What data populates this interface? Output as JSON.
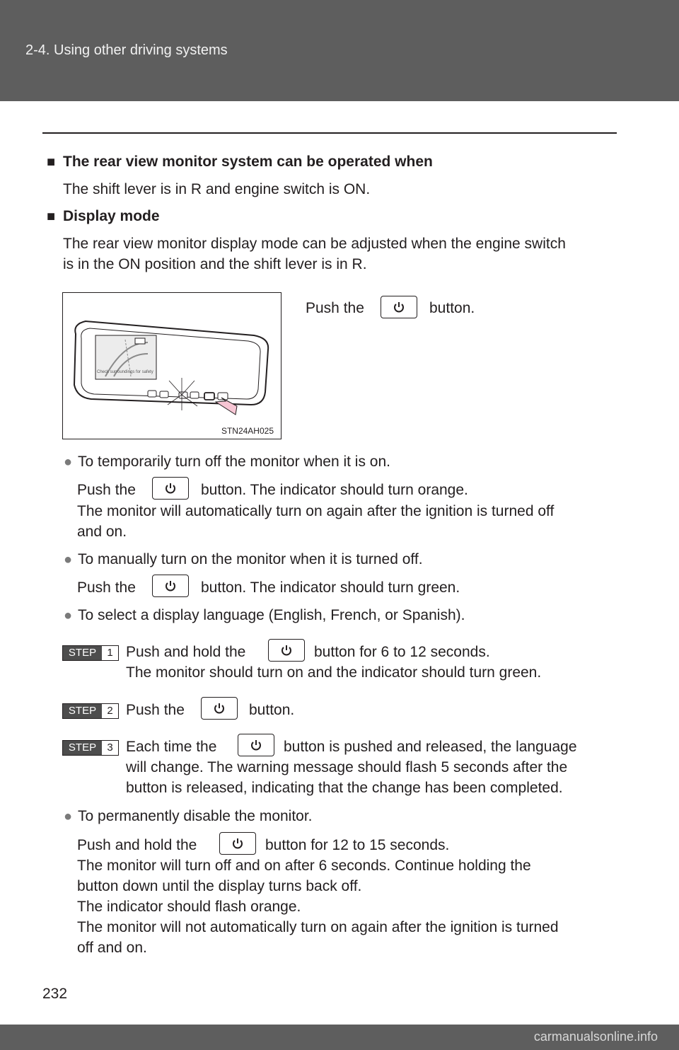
{
  "header": {
    "title": "2-4. Using other driving systems"
  },
  "sections": {
    "operate_heading": "The rear view monitor system can be operated when",
    "operate_text": "The shift lever is in R and engine switch is ON.",
    "display_heading": "Display mode",
    "display_text_1": "The rear view monitor display mode can be adjusted when the engine switch",
    "display_text_2": "is in the ON position and the shift lever is in R."
  },
  "figure": {
    "code": "STN24AH025",
    "mirror_text": "Check surroundings for safety",
    "push_prefix": "Push the",
    "push_suffix": "button."
  },
  "bullets": {
    "b1": "To temporarily turn off the monitor when it is on.",
    "b1_push": "Push the",
    "b1_after": "button. The indicator should turn orange.",
    "b1_l2": "The monitor will automatically turn on again after the ignition is turned off",
    "b1_l3": "and on.",
    "b2": "To manually turn on the monitor when it is turned off.",
    "b2_push": "Push the",
    "b2_after": "button. The indicator should turn green.",
    "b3": "To select a display language (English, French, or Spanish).",
    "b4": "To permanently disable the monitor.",
    "b4_push": "Push and hold the",
    "b4_after": "button for 12 to 15 seconds.",
    "b4_l2": "The monitor will turn off and on after 6 seconds. Continue holding the",
    "b4_l3": "button down until the display turns back off.",
    "b4_l4": "The indicator should flash orange.",
    "b4_l5": "The monitor will not automatically turn on again after the ignition is turned",
    "b4_l6": "off and on."
  },
  "steps": [
    {
      "label": "STEP",
      "num": "1",
      "pre": "Push and hold the",
      "post": "button for 6 to 12 seconds.",
      "l2": "The monitor should turn on and the indicator should turn green."
    },
    {
      "label": "STEP",
      "num": "2",
      "pre": "Push the",
      "post": "button."
    },
    {
      "label": "STEP",
      "num": "3",
      "pre": "Each time the",
      "post": "button is pushed and released, the language",
      "l2": "will change. The warning message should flash 5 seconds after the",
      "l3": "button is released, indicating that the change has been completed."
    }
  ],
  "page_number": "232",
  "watermark": "carmanualsonline.info"
}
